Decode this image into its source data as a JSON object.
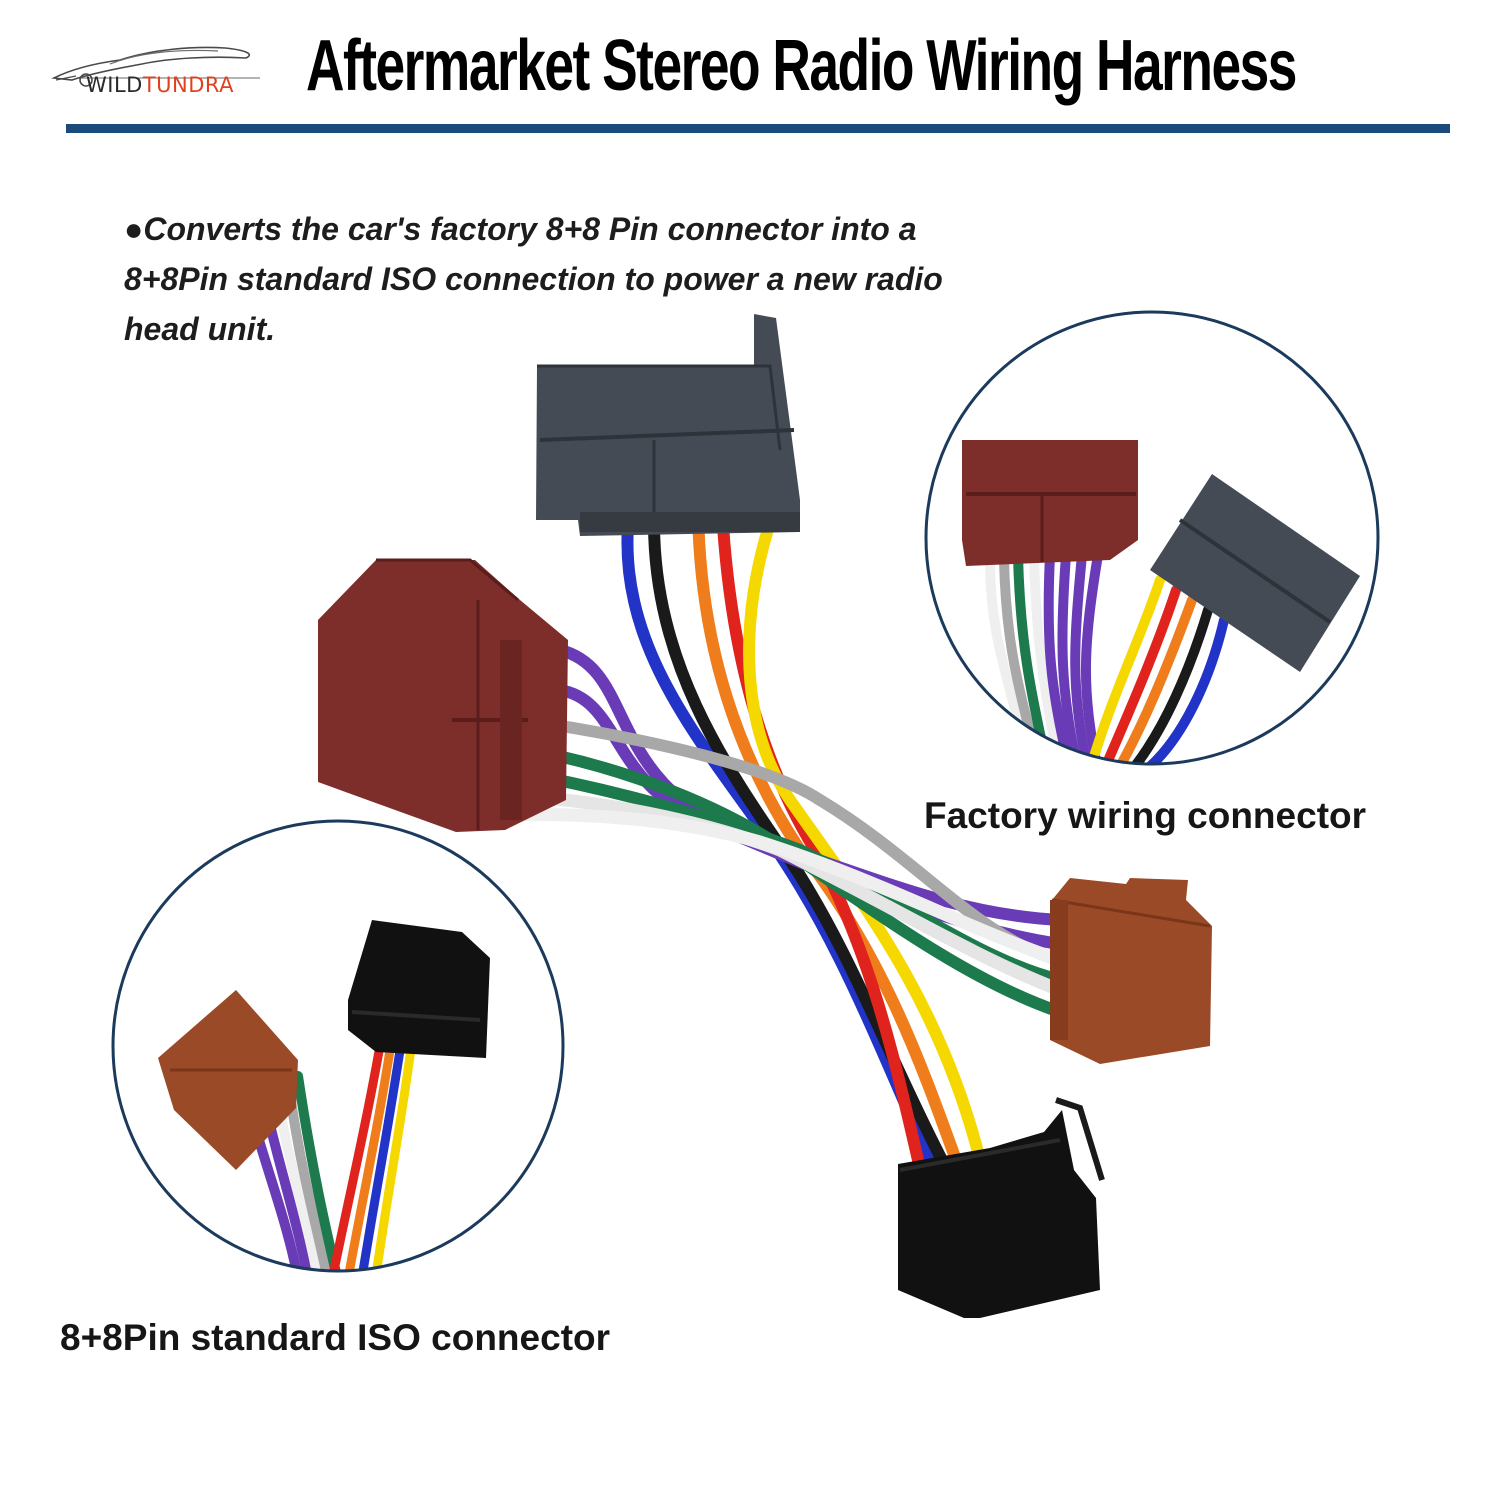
{
  "brand": {
    "logo_word_1": "WILD",
    "logo_word_2": "TUNDRA",
    "logo_icon": "sports-car-outline-icon",
    "logo_colors": {
      "dark": "#2a2a2a",
      "accent": "#e2401d"
    }
  },
  "header": {
    "title": "Aftermarket Stereo Radio Wiring Harness",
    "rule_color": "#1b4a7d"
  },
  "intro": {
    "text": "●Converts the car's factory 8+8 Pin connector into a 8+8Pin standard ISO connection to power a new radio head unit."
  },
  "callouts": {
    "factory_label": "Factory wiring connector",
    "iso_label": "8+8Pin standard ISO connector"
  },
  "colors": {
    "wire_blue": "#2233c8",
    "wire_black": "#1a1a1a",
    "wire_orange": "#f07d1c",
    "wire_red": "#e0231d",
    "wire_yellow": "#f5d800",
    "wire_purple": "#6a3bb6",
    "wire_gray": "#a8a8a8",
    "wire_white": "#efefef",
    "wire_green": "#1c7a4c",
    "factory_gray_housing": "#444b55",
    "factory_red_housing": "#7d2d2a",
    "iso_brown_housing": "#9a4a26",
    "iso_black_housing": "#111111",
    "circle_stroke": "#1b3a5c"
  }
}
